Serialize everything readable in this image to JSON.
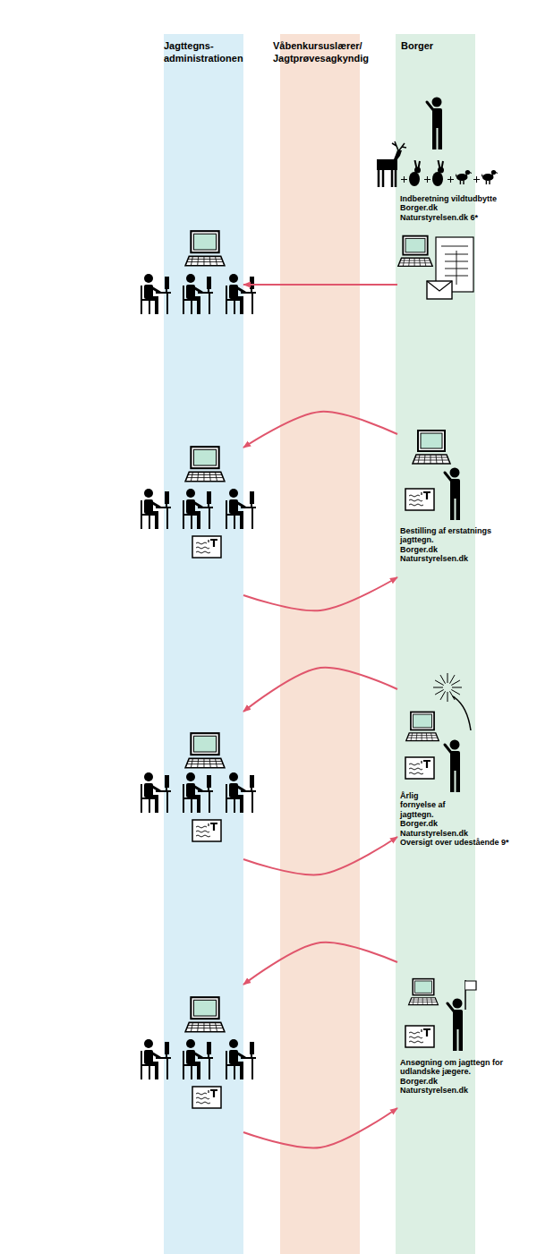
{
  "diagram": {
    "nodes": [
      {
        "text": [
          "Jagttegns- administrationen"
        ]
      },
      {
        "text": [
          "Våbenkursuslærer/ Jagtprøvesagkyndig"
        ]
      },
      {
        "text": [
          "Borger"
        ]
      },
      {
        "text": [
          "Indberetning vildtudbytte",
          "Borger.dk",
          "Naturstyrelsen.dk 6*"
        ],
        "in": 2
      },
      {
        "text": [
          "Bestilling af erstatnings jagttegn.",
          "Borger.dk",
          "Naturstyrelsen.dk"
        ],
        "in": 2
      },
      {
        "text": [
          "Årlig fornyelse af jagttegn.",
          "Borger.dk",
          "Naturstyrelsen.dk",
          "Oversigt over udestående 9*"
        ],
        "in": 2
      },
      {
        "text": [
          "Ansøgning om jagttegn for udlandske jægere.",
          "Borger.dk",
          "Naturstyrelsen.dk"
        ],
        "in": 2
      }
    ],
    "edges": [
      {
        "from": 3,
        "to": 0,
        "arrow": "to"
      },
      {
        "from": 4,
        "to": 0,
        "arrow": "to"
      },
      {
        "from": 0,
        "to": 4,
        "arrow": "to"
      },
      {
        "from": 5,
        "to": 0,
        "arrow": "to"
      },
      {
        "from": 0,
        "to": 5,
        "arrow": "to"
      },
      {
        "from": 6,
        "to": 0,
        "arrow": "to"
      },
      {
        "from": 0,
        "to": 6,
        "arrow": "to"
      }
    ]
  }
}
